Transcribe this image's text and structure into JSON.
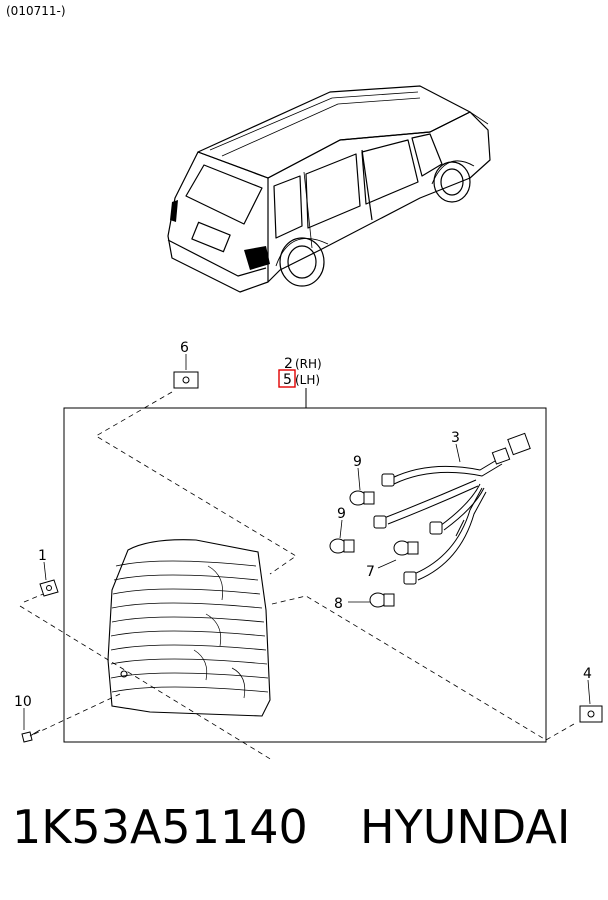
{
  "header": {
    "code": "(010711-)"
  },
  "callouts": {
    "c1": "1",
    "c2": "2",
    "c2_side": "(RH)",
    "c3": "3",
    "c4": "4",
    "c5": "5",
    "c5_side": "(LH)",
    "c6": "6",
    "c7": "7",
    "c8": "8",
    "c9a": "9",
    "c9b": "9",
    "c10": "10"
  },
  "footer": {
    "part_number": "1K53A51140",
    "brand": "HYUNDAI"
  },
  "colors": {
    "line": "#000000",
    "highlight": "#e00000",
    "background": "#ffffff"
  }
}
